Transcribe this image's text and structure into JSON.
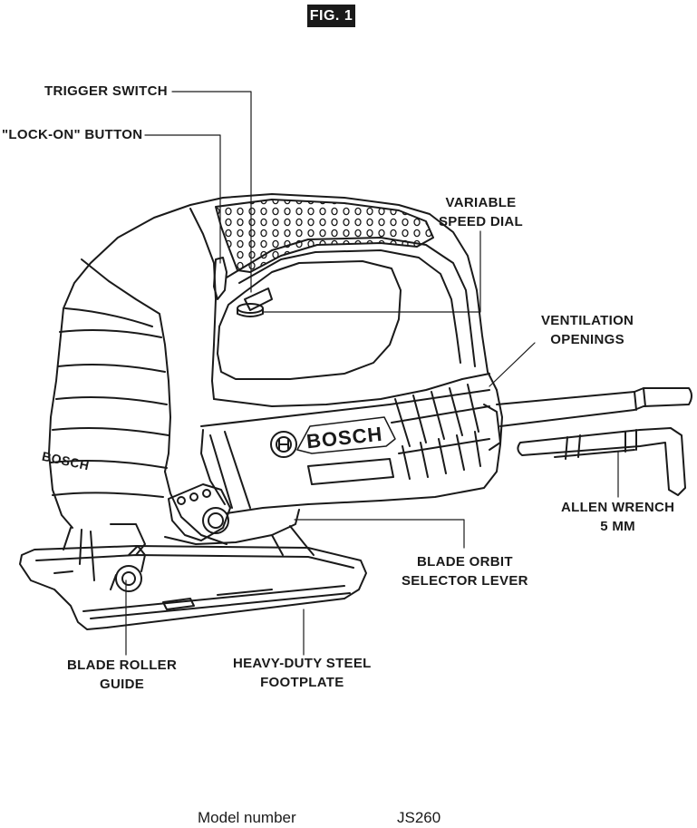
{
  "figure": {
    "badge": "FIG. 1",
    "brand": "BOSCH",
    "side_brand": "BOSCH",
    "labels": {
      "trigger_switch": "TRIGGER SWITCH",
      "lock_on_button": "\"LOCK-ON\" BUTTON",
      "variable_speed_dial": [
        "VARIABLE",
        "SPEED DIAL"
      ],
      "ventilation_openings": [
        "VENTILATION",
        "OPENINGS"
      ],
      "allen_wrench": [
        "ALLEN WRENCH",
        "5 MM"
      ],
      "blade_orbit_selector_lever": [
        "BLADE ORBIT",
        "SELECTOR LEVER"
      ],
      "blade_roller_guide": [
        "BLADE ROLLER",
        "GUIDE"
      ],
      "heavy_duty_steel_footplate": [
        "HEAVY-DUTY STEEL",
        "FOOTPLATE"
      ]
    }
  },
  "model": {
    "label": "Model number",
    "value": "JS260"
  }
}
